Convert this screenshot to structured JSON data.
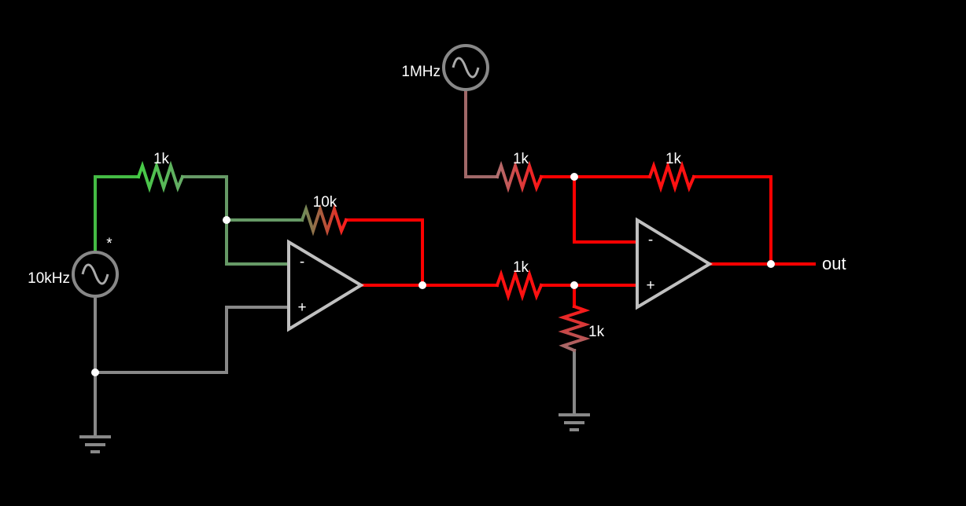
{
  "colors": {
    "background": "#000000",
    "active_high": "#ff0000",
    "active_low": "#33cc33",
    "neutral": "#888888",
    "component_body": "#c0c0c0",
    "junction": "#ffffff",
    "text": "#ffffff"
  },
  "sources": [
    {
      "id": "src-10khz",
      "label": "10kHz",
      "marker": "*"
    },
    {
      "id": "src-1mhz",
      "label": "1MHz"
    }
  ],
  "resistors": [
    {
      "id": "r-input",
      "label": "1k"
    },
    {
      "id": "r-feedback-1",
      "label": "10k"
    },
    {
      "id": "r-series",
      "label": "1k"
    },
    {
      "id": "r-shunt",
      "label": "1k"
    },
    {
      "id": "r-mix-in",
      "label": "1k"
    },
    {
      "id": "r-feedback-2",
      "label": "1k"
    }
  ],
  "opamps": [
    {
      "id": "opamp-1",
      "minus": "-",
      "plus": "+"
    },
    {
      "id": "opamp-2",
      "minus": "-",
      "plus": "+"
    }
  ],
  "output": {
    "label": "out"
  }
}
